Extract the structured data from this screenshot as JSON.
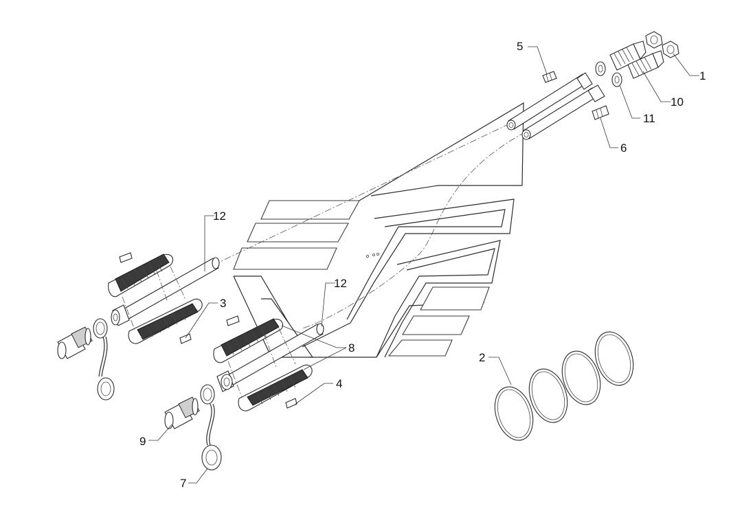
{
  "callouts": [
    {
      "id": "1",
      "label": "1"
    },
    {
      "id": "2",
      "label": "2"
    },
    {
      "id": "3",
      "label": "3"
    },
    {
      "id": "4",
      "label": "4"
    },
    {
      "id": "5",
      "label": "5"
    },
    {
      "id": "6",
      "label": "6"
    },
    {
      "id": "7",
      "label": "7"
    },
    {
      "id": "8",
      "label": "8"
    },
    {
      "id": "9",
      "label": "9"
    },
    {
      "id": "10",
      "label": "10"
    },
    {
      "id": "11",
      "label": "11"
    },
    {
      "id": "12a",
      "label": "12"
    },
    {
      "id": "12b",
      "label": "12"
    }
  ]
}
